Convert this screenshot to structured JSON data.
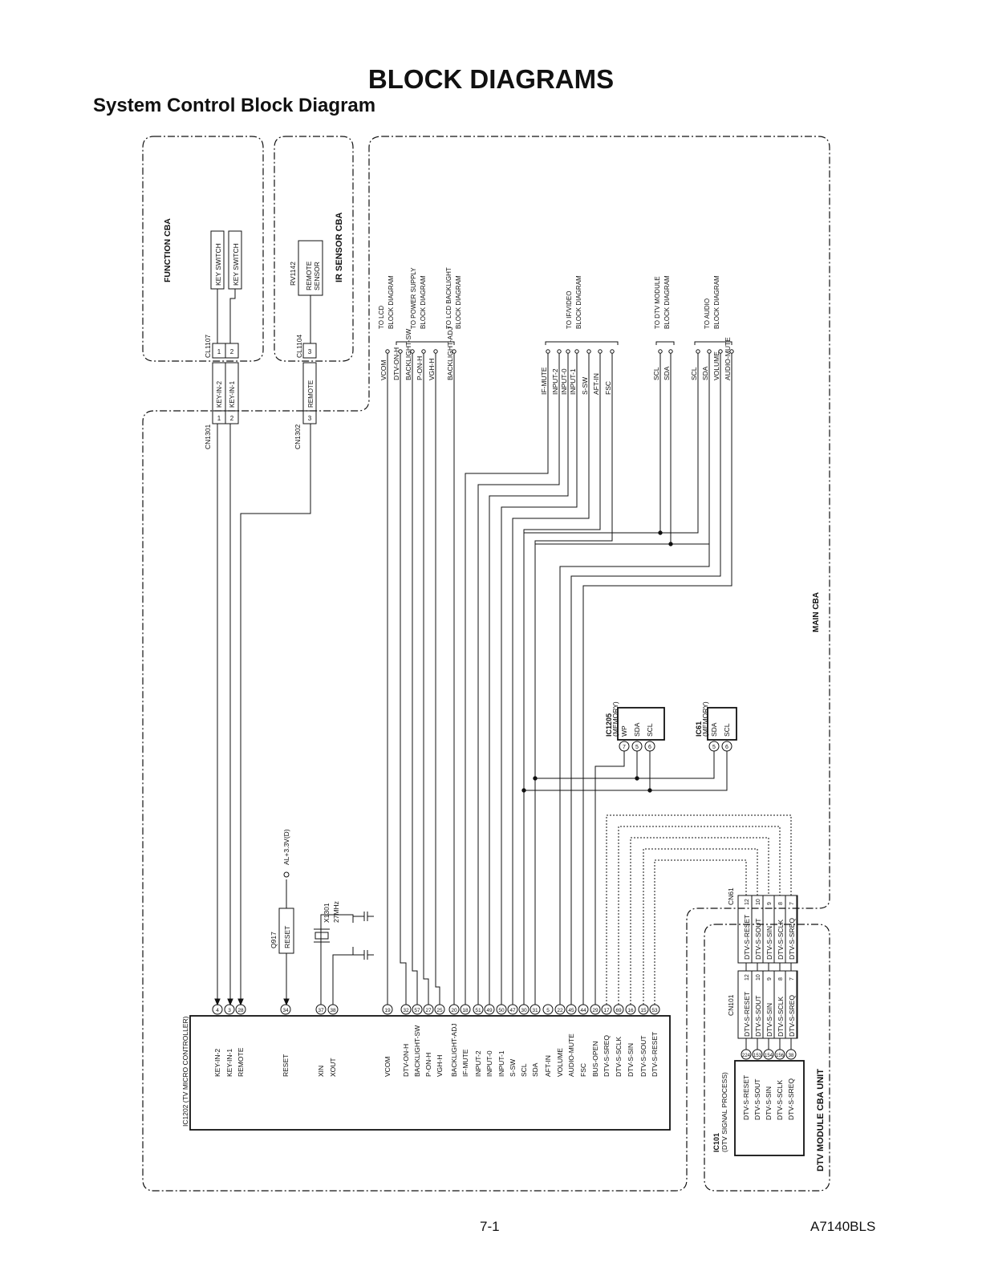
{
  "title": "BLOCK DIAGRAMS",
  "subtitle": "System Control Block Diagram",
  "footer": {
    "page": "7-1",
    "code": "A7140BLS"
  },
  "boards": {
    "function": "FUNCTION CBA",
    "ir": "IR SENSOR CBA",
    "main": "MAIN CBA",
    "dtv": "DTV MODULE CBA UNIT"
  },
  "function_cba": {
    "switch1": "KEY SWITCH",
    "switch2": "KEY SWITCH",
    "connector": "CL1107"
  },
  "ir_cba": {
    "part": "RV1142",
    "sensor1": "REMOTE",
    "sensor2": "SENSOR",
    "connector": "CL1104"
  },
  "connectors": {
    "cn1301": {
      "label": "CN1301",
      "pins": [
        {
          "n": "1",
          "name": "KEY-IN-2"
        },
        {
          "n": "2",
          "name": "KEY-IN-1"
        }
      ]
    },
    "cn1302": {
      "label": "CN1302",
      "pins": [
        {
          "n": "3",
          "name": "REMOTE"
        }
      ]
    },
    "cl1107_pins": [
      "1",
      "2"
    ],
    "cl1104_pins": [
      "3"
    ]
  },
  "destinations": [
    {
      "l1": "TO LCD",
      "l2": "BLOCK DIAGRAM"
    },
    {
      "l1": "TO POWER SUPPLY",
      "l2": "BLOCK DIAGRAM"
    },
    {
      "l1": "TO LCD BACKLIGHT",
      "l2": "BLOCK DIAGRAM"
    },
    {
      "l1": "TO IF/VIDEO",
      "l2": "BLOCK DIAGRAM"
    },
    {
      "l1": "TO DTV MODULE",
      "l2": "BLOCK DIAGRAM"
    },
    {
      "l1": "TO AUDIO",
      "l2": "BLOCK DIAGRAM"
    }
  ],
  "top_signals": [
    "VCOM",
    "DTV-ON-H",
    "BACKLIGHT-SW",
    "P-ON-H",
    "VGH-H",
    "BACKLIGHT-ADJ",
    "IF-MUTE",
    "INPUT-2",
    "INPUT-0",
    "INPUT-1",
    "S-SW",
    "AFT-IN",
    "FSC",
    "SCL",
    "SDA",
    "SCL",
    "SDA",
    "VOLUME",
    "AUDIO-MUTE"
  ],
  "ic1202": {
    "label": "IC1202",
    "desc": "(TV MICRO CONTROLLER)",
    "pins": [
      {
        "name": "KEY-IN-2",
        "n": "4"
      },
      {
        "name": "KEY-IN-1",
        "n": "3"
      },
      {
        "name": "REMOTE",
        "n": "28"
      },
      {
        "name": "RESET",
        "n": "34"
      },
      {
        "name": "XIN",
        "n": "37"
      },
      {
        "name": "XOUT",
        "n": "38"
      },
      {
        "name": "VCOM",
        "n": "19"
      },
      {
        "name": "DTV-ON-H",
        "n": "32"
      },
      {
        "name": "BACKLIGHT-SW",
        "n": "57"
      },
      {
        "name": "P-ON-H",
        "n": "27"
      },
      {
        "name": "VGH-H",
        "n": "25"
      },
      {
        "name": "BACKLIGHT-ADJ",
        "n": "20"
      },
      {
        "name": "IF-MUTE",
        "n": "18"
      },
      {
        "name": "INPUT-2",
        "n": "51"
      },
      {
        "name": "INPUT-0",
        "n": "49"
      },
      {
        "name": "INPUT-1",
        "n": "50"
      },
      {
        "name": "S-SW",
        "n": "47"
      },
      {
        "name": "SCL",
        "n": "30"
      },
      {
        "name": "SDA",
        "n": "31"
      },
      {
        "name": "AFT-IN",
        "n": "5"
      },
      {
        "name": "VOLUME",
        "n": "22"
      },
      {
        "name": "AUDIO-MUTE",
        "n": "45"
      },
      {
        "name": "FSC",
        "n": "44"
      },
      {
        "name": "BUS-OPEN",
        "n": "29"
      },
      {
        "name": "DTV-S-SREQ",
        "n": "17"
      },
      {
        "name": "DTV-S-SCLK",
        "n": "69"
      },
      {
        "name": "DTV-S-SIN",
        "n": "16"
      },
      {
        "name": "DTV-S-SOUT",
        "n": "15"
      },
      {
        "name": "DTV-S-RESET",
        "n": "53"
      }
    ]
  },
  "reset": {
    "part": "Q917",
    "label": "RESET",
    "supply": "AL+3.3V(D)"
  },
  "crystal": {
    "part": "X1301",
    "freq": "27MHz"
  },
  "ic1205": {
    "label": "IC1205",
    "desc": "(MEMORY)",
    "pins": [
      {
        "n": "7",
        "name": "WP"
      },
      {
        "n": "5",
        "name": "SDA"
      },
      {
        "n": "6",
        "name": "SCL"
      }
    ]
  },
  "ic61": {
    "label": "IC61",
    "desc": "(MEMORY)",
    "pins": [
      {
        "n": "5",
        "name": "SDA"
      },
      {
        "n": "6",
        "name": "SCL"
      }
    ]
  },
  "cn61": {
    "label": "CN61",
    "pins": [
      {
        "n": "12",
        "name": "DTV-S-RESET"
      },
      {
        "n": "10",
        "name": "DTV-S-SOUT"
      },
      {
        "n": "9",
        "name": "DTV-S-SIN"
      },
      {
        "n": "8",
        "name": "DTV-S-SCLK"
      },
      {
        "n": "7",
        "name": "DTV-S-SREQ"
      }
    ]
  },
  "cn101": {
    "label": "CN101",
    "pins": [
      {
        "n": "12",
        "name": "DTV-S-RESET"
      },
      {
        "n": "10",
        "name": "DTV-S-SOUT"
      },
      {
        "n": "9",
        "name": "DTV-S-SIN"
      },
      {
        "n": "8",
        "name": "DTV-S-SCLK"
      },
      {
        "n": "7",
        "name": "DTV-S-SREQ"
      }
    ]
  },
  "ic101": {
    "label": "IC101",
    "desc": "(DTV SIGNAL PROCESS)",
    "pins": [
      {
        "n": "224",
        "name": "DTV-S-RESET"
      },
      {
        "n": "153",
        "name": "DTV-S-SOUT"
      },
      {
        "n": "154",
        "name": "DTV-S-SIN"
      },
      {
        "n": "156",
        "name": "DTV-S-SCLK"
      },
      {
        "n": "38",
        "name": "DTV-S-SREQ"
      }
    ]
  }
}
